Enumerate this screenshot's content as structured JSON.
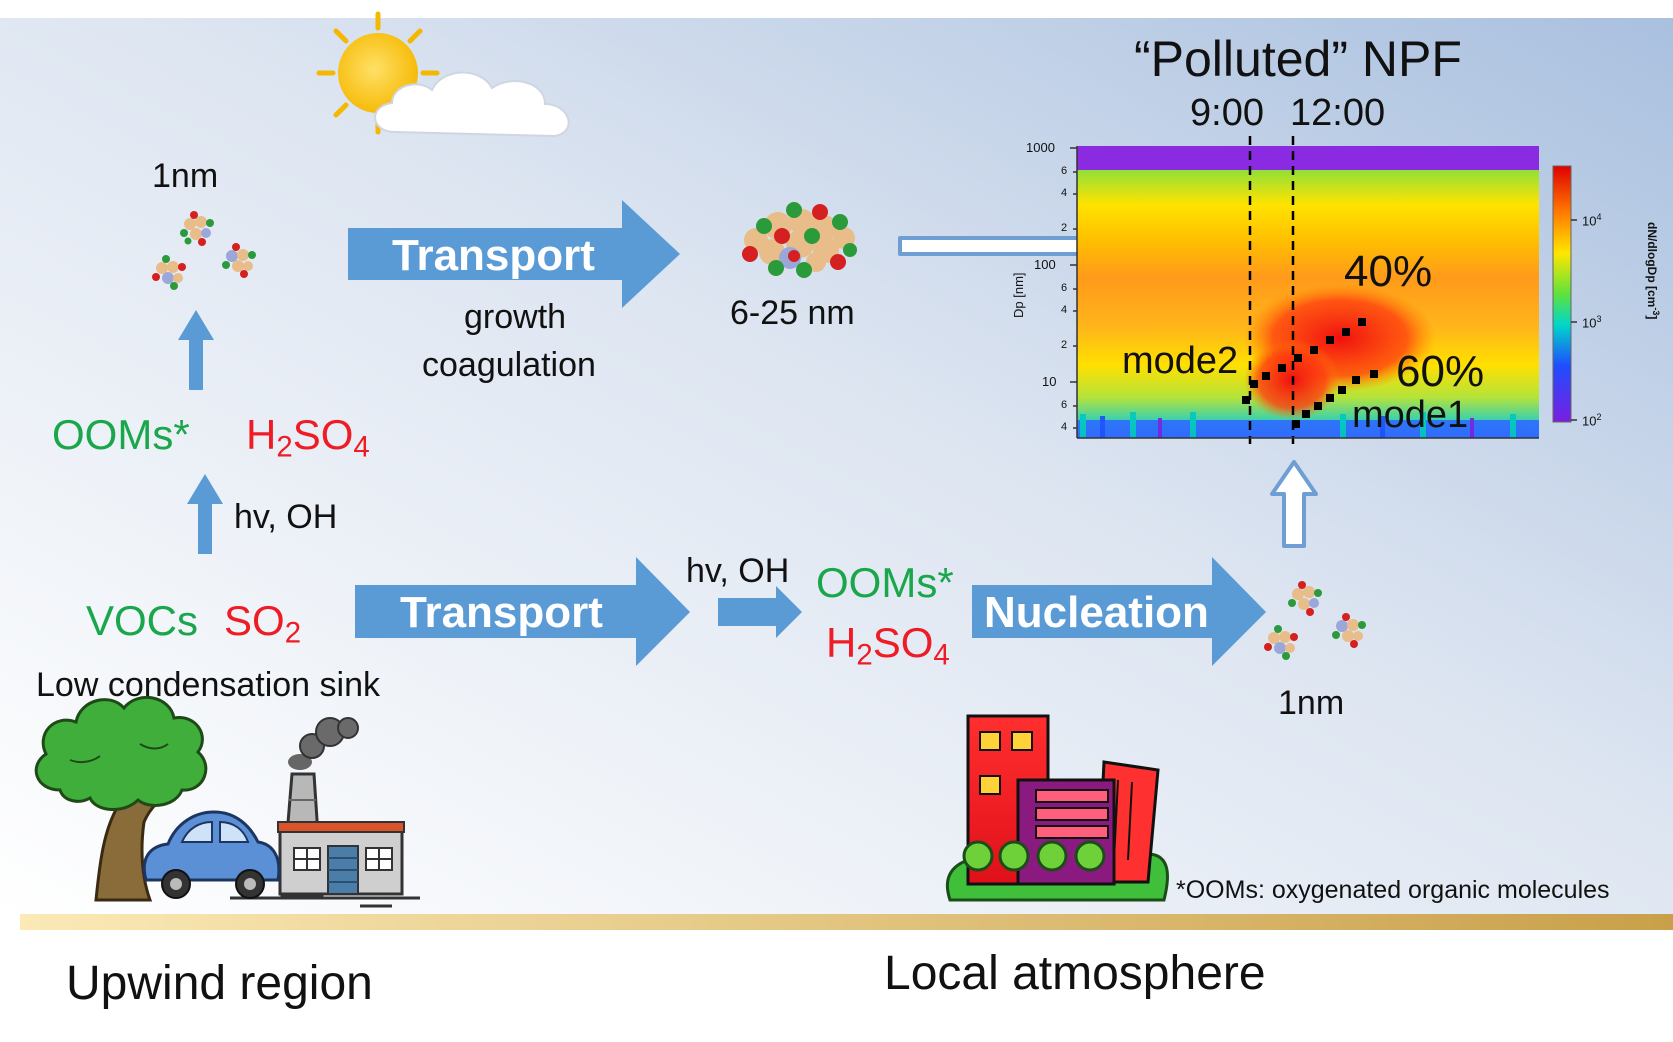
{
  "top_left": {
    "cluster_label": "1nm",
    "ooms": "OOMs*",
    "h2so4": {
      "main": "H",
      "sub1": "2",
      "mid": "SO",
      "sub2": "4"
    },
    "hv_oh": "hv, OH",
    "vocs": "VOCs",
    "so2": {
      "main": "SO",
      "sub": "2"
    },
    "sink": "Low condensation sink"
  },
  "transport_top": {
    "label": "Transport",
    "growth": "growth",
    "coagulation": "coagulation",
    "size_label": "6-25 nm"
  },
  "transport_bottom": {
    "label": "Transport",
    "hv_oh": "hv, OH",
    "ooms": "OOMs*",
    "h2so4": {
      "main": "H",
      "sub1": "2",
      "mid": "SO",
      "sub2": "4"
    },
    "nucleation": "Nucleation",
    "cluster_label": "1nm"
  },
  "plot": {
    "title": "“Polluted” NPF",
    "time1": "9:00",
    "time2": "12:00",
    "pct_40": "40%",
    "pct_60": "60%",
    "mode1": "mode1",
    "mode2": "mode2",
    "ylabel": "Dp [nm]",
    "cbar_label": "dN/dlogDp [cm",
    "cbar_label_sup": "-3",
    "cbar_label_end": "]",
    "yticks": [
      "1000",
      "100",
      "10"
    ],
    "yminor_labels": [
      "6",
      "4",
      "2",
      "6",
      "4",
      "2",
      "6",
      "4"
    ],
    "cbar_ticks": [
      "10",
      "10",
      "10"
    ],
    "cbar_tick_exps": [
      "4",
      "3",
      "2"
    ]
  },
  "footnote": "*OOMs: oxygenated  organic molecules",
  "regions": {
    "upwind": "Upwind region",
    "local": "Local atmosphere"
  },
  "colors": {
    "arrow_blue": "#5b9bd5",
    "green": "#1aa64a",
    "red": "#ee1c24"
  }
}
